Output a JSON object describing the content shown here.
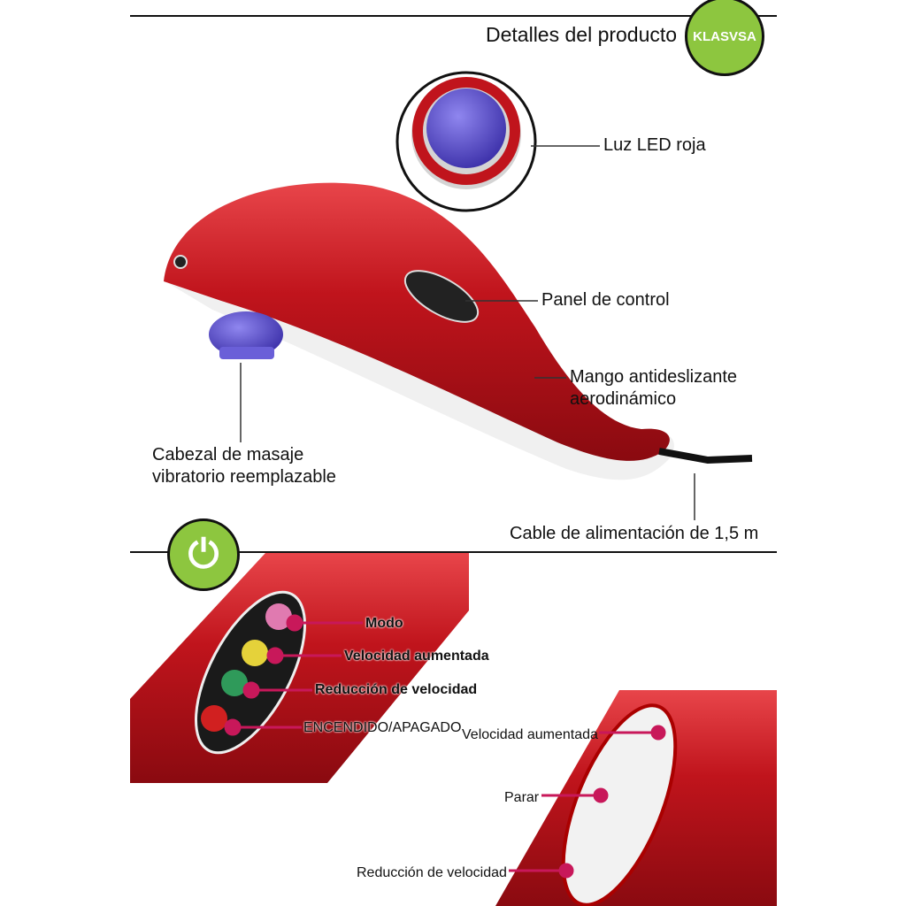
{
  "header": {
    "title": "Detalles del producto",
    "brand": "KLASVSA"
  },
  "callouts": {
    "led": "Luz LED roja",
    "panel": "Panel de control",
    "handle_line1": "Mango antideslizante",
    "handle_line2": "aerodinámico",
    "head_line1": "Cabezal de masaje",
    "head_line2": "vibratorio reemplazable",
    "cable": "Cable de alimentación de 1,5 m"
  },
  "control_panel": {
    "buttons": [
      "Modo",
      "Velocidad aumentada",
      "Reducción de velocidad",
      "ENCENDIDO/APAGADO"
    ]
  },
  "switch_detail": {
    "labels": [
      "Velocidad aumentada",
      "Parar",
      "Reducción de velocidad"
    ]
  },
  "colors": {
    "accent_green": "#8dc63f",
    "product_red": "#c0141c",
    "head_purple": "#5a4fc7",
    "marker_pink": "#c8185a"
  }
}
